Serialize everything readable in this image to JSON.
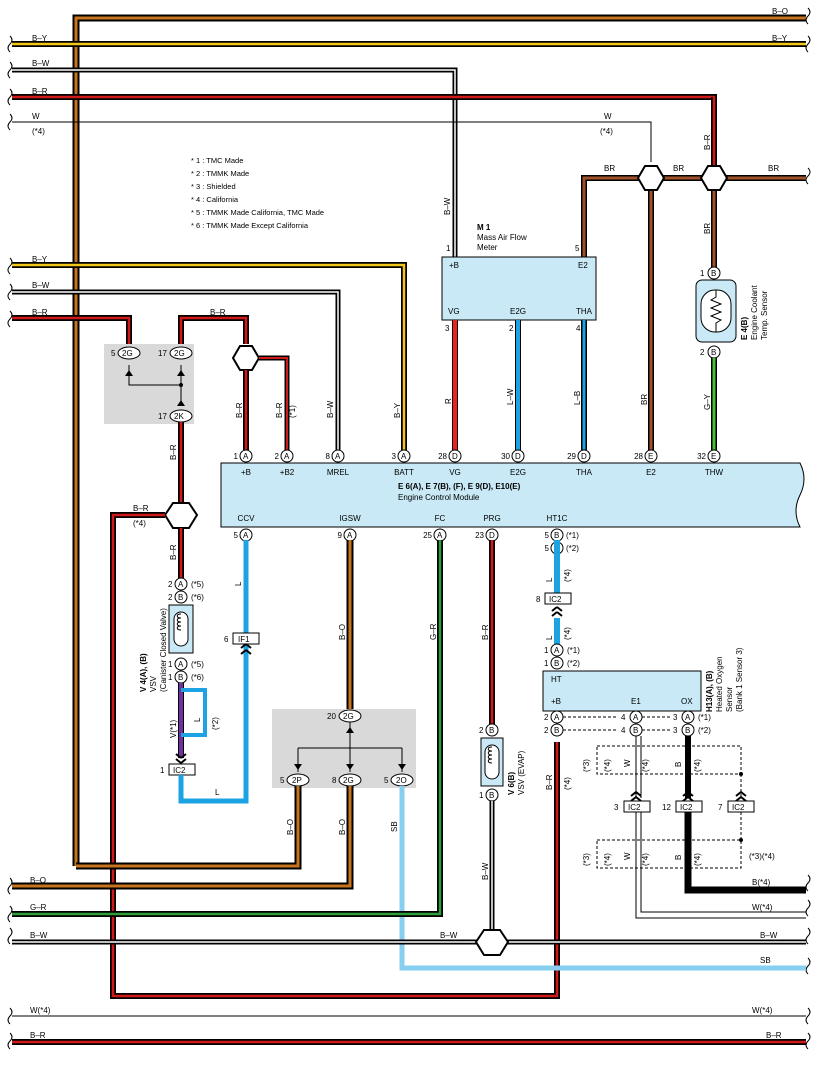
{
  "notes": [
    "* 1 : TMC Made",
    "* 2 : TMMK Made",
    "* 3 : Shielded",
    "* 4 : California",
    "* 5 : TMMK Made California,  TMC Made",
    "* 6 : TMMK Made Except California"
  ],
  "buses": {
    "bo": "B–O",
    "by": "B–Y",
    "bw": "B–W",
    "br": "B–R",
    "w": "W",
    "star4": "(*4)",
    "b_star4": "B(*4)",
    "w_star4": "W(*4)",
    "gr": "G–R",
    "sb": "SB"
  },
  "maf": {
    "id": "M 1",
    "name1": "Mass Air Flow",
    "name2": "Meter",
    "pin_plusb": "+B",
    "pin_e2": "E2",
    "pin_vg": "VG",
    "pin_e2g": "E2G",
    "pin_tha": "THA",
    "n1": "1",
    "n5": "5",
    "n3": "3",
    "n2": "2",
    "n4": "4"
  },
  "ect": {
    "id": "E 4(B)",
    "name1": "Engine Coolant",
    "name2": "Temp. Sensor",
    "pin1": "1",
    "pin2": "2",
    "letter": "B"
  },
  "ecm": {
    "title1": "E 6(A), E 7(B), (F), E 9(D), E10(E)",
    "title2": "Engine Control Module",
    "top_pins": [
      {
        "num": "1",
        "letter": "A",
        "name": "+B"
      },
      {
        "num": "2",
        "letter": "A",
        "name": "+B2"
      },
      {
        "num": "8",
        "letter": "A",
        "name": "MREL"
      },
      {
        "num": "3",
        "letter": "A",
        "name": "BATT"
      },
      {
        "num": "28",
        "letter": "D",
        "name": "VG"
      },
      {
        "num": "30",
        "letter": "D",
        "name": "E2G"
      },
      {
        "num": "29",
        "letter": "D",
        "name": "THA"
      },
      {
        "num": "28",
        "letter": "E",
        "name": "E2"
      },
      {
        "num": "32",
        "letter": "E",
        "name": "THW"
      }
    ],
    "bottom_pins": [
      {
        "num": "5",
        "letter": "A",
        "name": "CCV"
      },
      {
        "num": "9",
        "letter": "A",
        "name": "IGSW"
      },
      {
        "num": "25",
        "letter": "A",
        "name": "FC"
      },
      {
        "num": "23",
        "letter": "D",
        "name": "PRG"
      },
      {
        "num": "5",
        "letter": "B",
        "name": "HT1C",
        "note": "(*1)"
      },
      {
        "num": "5",
        "letter": "F",
        "name": "",
        "note": "(*2)"
      }
    ]
  },
  "wire_labels": {
    "bw": "B–W",
    "br": "B–R",
    "by": "B–Y",
    "r": "R",
    "lw": "L–W",
    "lb": "L–B",
    "brn": "BR",
    "gy": "G–Y",
    "l": "L",
    "bo": "B–O",
    "gr": "G–R",
    "v1": "V(*1)",
    "b": "B",
    "w": "W",
    "star1": "(*1)",
    "star2": "(*2)",
    "star3": "(*3)",
    "star4": "(*4)",
    "star34": "(*3)(*4)",
    "star5": "(*5)",
    "star6": "(*6)"
  },
  "junctions": {
    "j2g_5": "2G",
    "n5": "5",
    "j2g_17": "2G",
    "n17": "17",
    "j2k": "2K",
    "if1": "IF1",
    "n6": "6",
    "ic2": "IC2",
    "n1": "1",
    "n3": "3",
    "n12": "12",
    "n7": "7",
    "n8": "8",
    "j2g_20": "2G",
    "n20": "20",
    "j2p": "2P",
    "j2g_8": "2G",
    "j2o": "2O",
    "n2": "2"
  },
  "vsv_ccv": {
    "id": "V 4(A), (B)",
    "name1": "VSV",
    "name2": "(Canister Closed Valve)",
    "a": "A",
    "b": "B",
    "n2": "2",
    "n1": "1"
  },
  "vsv_evap": {
    "id": "V 6(B)",
    "name": "VSV (EVAP)",
    "n2": "2",
    "n1": "1",
    "b": "B"
  },
  "hos": {
    "id": "H13(A), (B)",
    "name1": "Heated Oxygen",
    "name2": "Sensor",
    "name3": "(Bank 1 Sensor 3)",
    "ht": "HT",
    "plusb": "+B",
    "e1": "E1",
    "ox": "OX",
    "n1": "1",
    "n2": "2",
    "n3": "3",
    "n4": "4",
    "a": "A",
    "b": "B"
  }
}
